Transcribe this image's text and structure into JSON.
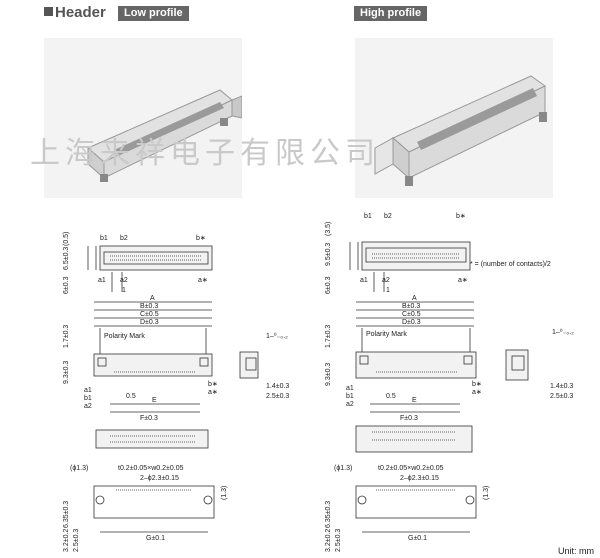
{
  "header": {
    "title": "Header",
    "low_profile": "Low profile",
    "high_profile": "High profile"
  },
  "watermark": "上海来祥电子有限公司",
  "footnote": "* = (number of contacts)/2",
  "unit": "Unit: mm",
  "labels": {
    "b1": "b1",
    "b2": "b2",
    "a1": "a1",
    "a2": "a2",
    "bstar": "b∗",
    "astar": "a∗",
    "A": "A",
    "B": "B±0.3",
    "C": "C±0.5",
    "D": "D±0.3",
    "E": "E",
    "F": "F±0.3",
    "G": "G±0.1",
    "one": "1",
    "p05": "0.5",
    "polarity": "Polarity Mark",
    "gap": "1–⁰₋₀.₂",
    "d14": "1.4±0.3",
    "d25": "2.5±0.3",
    "d93": "9.3±0.3",
    "d17": "1.7±0.3",
    "hole1": "(ϕ1.3)",
    "slot": "t0.2±0.05×w0.2±0.05",
    "hole2": "2–ϕ2.3±0.15",
    "d13": "(1.3)",
    "d635": "6.35±0.3",
    "d32": "3.2±0.2",
    "d25b": "2.5±0.3",
    "low_h1": "6.5±0.3",
    "low_h2": "(0.5)",
    "low_h3": "6±0.3",
    "high_h1": "9.5±0.3",
    "high_h2": "(3.5)",
    "high_h3": "6±0.3"
  },
  "colors": {
    "line": "#333333",
    "gray_tag": "#666666",
    "body": "#f2f2f2"
  }
}
